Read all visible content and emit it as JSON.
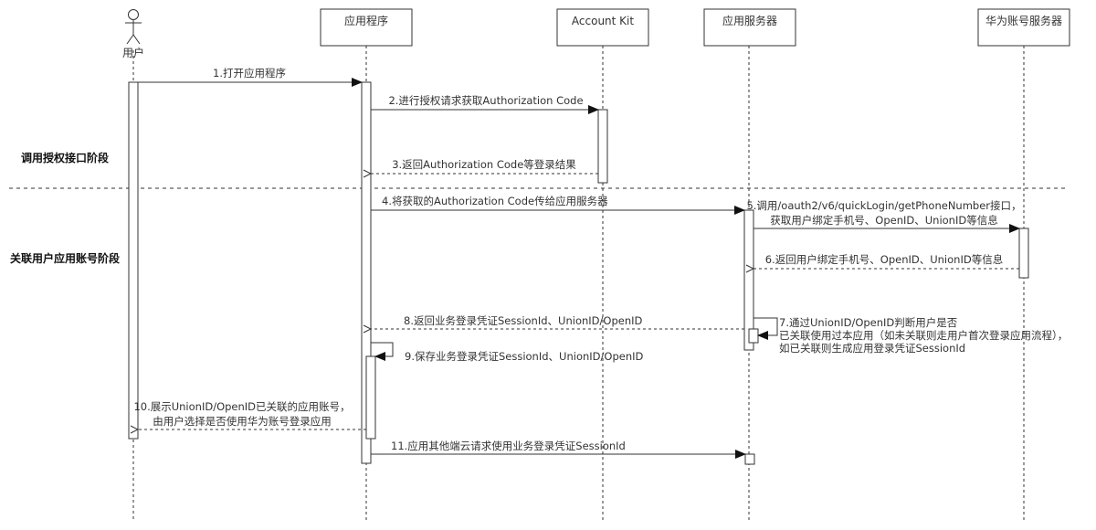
{
  "diagram": {
    "type": "sequence-diagram",
    "actor": {
      "label": "用户"
    },
    "participants": [
      {
        "id": "app",
        "label": "应用程序"
      },
      {
        "id": "kit",
        "label": "Account Kit"
      },
      {
        "id": "server",
        "label": "应用服务器"
      },
      {
        "id": "huawei",
        "label": "华为账号服务器"
      }
    ],
    "phases": [
      {
        "label": "调用授权接口阶段"
      },
      {
        "label": "关联用户应用账号阶段"
      }
    ],
    "messages": [
      {
        "num": 1,
        "from": "user",
        "to": "app",
        "style": "sync",
        "lines": [
          "1.打开应用程序"
        ]
      },
      {
        "num": 2,
        "from": "app",
        "to": "kit",
        "style": "sync",
        "lines": [
          "2.进行授权请求获取Authorization Code"
        ]
      },
      {
        "num": 3,
        "from": "kit",
        "to": "app",
        "style": "return",
        "lines": [
          "3.返回Authorization Code等登录结果"
        ]
      },
      {
        "num": 4,
        "from": "app",
        "to": "server",
        "style": "sync",
        "lines": [
          "4.将获取的Authorization Code传给应用服务器"
        ]
      },
      {
        "num": 5,
        "from": "server",
        "to": "huawei",
        "style": "sync",
        "lines": [
          "5.调用/oauth2/v6/quickLogin/getPhoneNumber接口，",
          "获取用户绑定手机号、OpenID、UnionID等信息"
        ]
      },
      {
        "num": 6,
        "from": "huawei",
        "to": "server",
        "style": "return",
        "lines": [
          "6.返回用户绑定手机号、OpenID、UnionID等信息"
        ]
      },
      {
        "num": 7,
        "from": "server",
        "to": "server",
        "style": "self",
        "lines": [
          "7.通过UnionID/OpenID判断用户是否",
          "已关联使用过本应用（如未关联则走用户首次登录应用流程），",
          "如已关联则生成应用登录凭证SessionId"
        ]
      },
      {
        "num": 8,
        "from": "server",
        "to": "app",
        "style": "return",
        "lines": [
          "8.返回业务登录凭证SessionId、UnionID/OpenID"
        ]
      },
      {
        "num": 9,
        "from": "app",
        "to": "app",
        "style": "self",
        "lines": [
          "9.保存业务登录凭证SessionId、UnionID/OpenID"
        ]
      },
      {
        "num": 10,
        "from": "app",
        "to": "user",
        "style": "return",
        "lines": [
          "10.展示UnionID/OpenID已关联的应用账号，",
          "由用户选择是否使用华为账号登录应用"
        ]
      },
      {
        "num": 11,
        "from": "app",
        "to": "server",
        "style": "sync",
        "lines": [
          "11.应用其他端云请求使用业务登录凭证SessionId"
        ]
      }
    ],
    "colors": {
      "line": "#333333",
      "text": "#333333",
      "background": "#ffffff"
    }
  }
}
